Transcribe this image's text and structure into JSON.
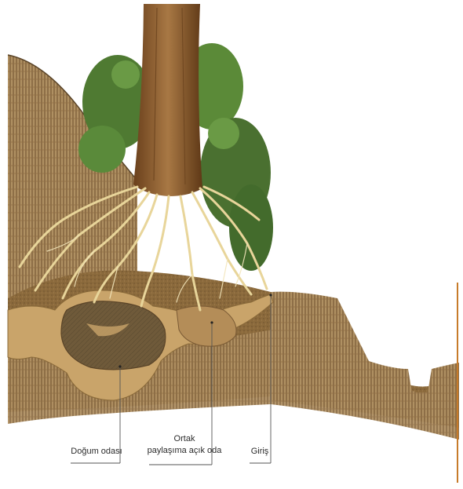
{
  "labels": {
    "birth_chamber": "Doğum odası",
    "shared_chamber_line1": "Ortak",
    "shared_chamber_line2": "paylaşıma açık oda",
    "entrance": "Giriş"
  },
  "colors": {
    "soil": "#8b6a3c",
    "soil_dark": "#6e5230",
    "chamber": "#c9a46a",
    "roots": "#e8d59a",
    "trunk": "#8a5a2b",
    "foliage": "#4f7a32",
    "grass": "#a88a5a",
    "background": "#ffffff"
  },
  "icons": [
    "tree-icon",
    "grass-hill-icon",
    "burrow-icon"
  ]
}
